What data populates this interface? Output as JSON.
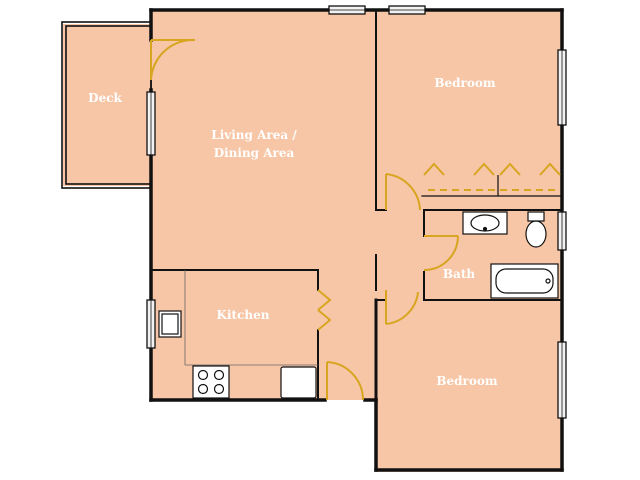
{
  "colors": {
    "floor": "#F7C6A6",
    "wall": "#111111",
    "door": "#D8A520",
    "window": "#F2F2F2",
    "fixture": "#FFFFFF",
    "label": "#FFFFFF"
  },
  "labels": {
    "deck": "Deck",
    "living_line1": "Living Area /",
    "living_line2": "Dining Area",
    "bedroom_top": "Bedroom",
    "bedroom_bottom": "Bedroom",
    "bath": "Bath",
    "kitchen": "Kitchen"
  }
}
